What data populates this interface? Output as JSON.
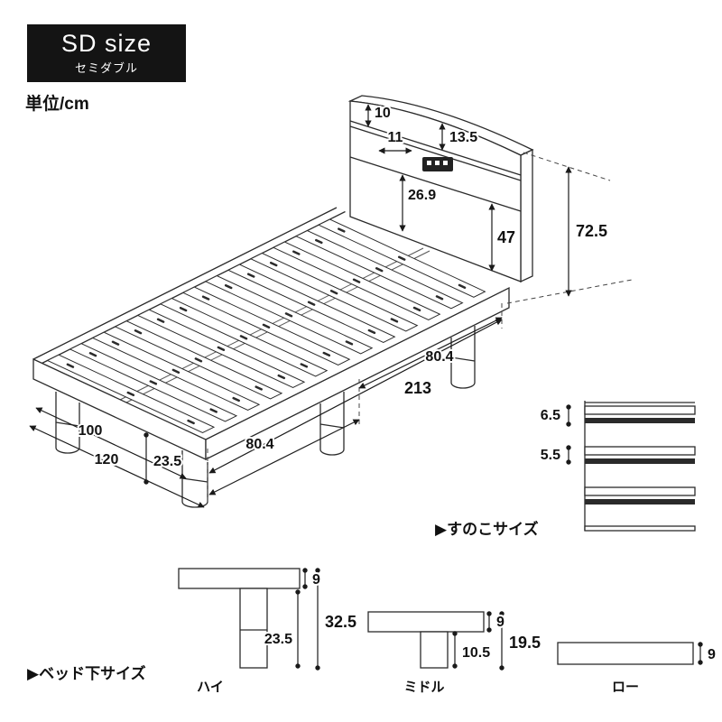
{
  "badge": {
    "title": "SD size",
    "subtitle": "セミダブル"
  },
  "unit_label": "単位/cm",
  "bed": {
    "headboard_top_opening": "10",
    "shelf_depth": "11",
    "shelf_height": "13.5",
    "inner_height": "26.9",
    "headboard_height": "47",
    "total_height": "72.5",
    "upper_span": "80.4",
    "total_length": "213",
    "lower_span": "80.4",
    "inner_width": "100",
    "outer_width": "120",
    "under_clearance": "23.5"
  },
  "sunoko": {
    "title": "▶すのこサイズ",
    "pitch_a": "6.5",
    "pitch_b": "5.5"
  },
  "underbed": {
    "title": "▶ベッド下サイズ",
    "variants": [
      {
        "name": "ハイ",
        "board": "9",
        "leg": "23.5",
        "total": "32.5"
      },
      {
        "name": "ミドル",
        "board": "9",
        "leg": "10.5",
        "total": "19.5"
      },
      {
        "name": "ロー",
        "board": "9"
      }
    ]
  }
}
